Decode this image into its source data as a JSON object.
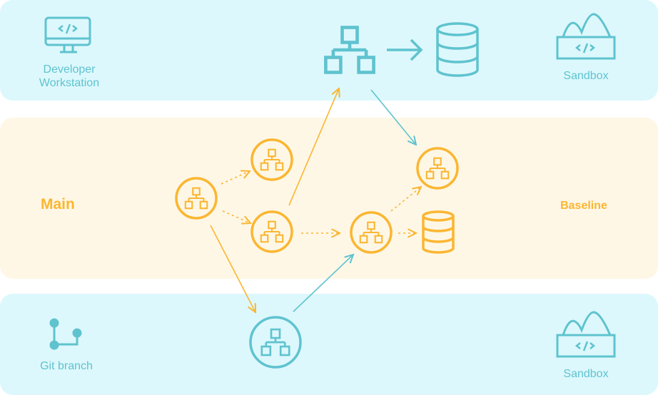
{
  "colors": {
    "teal": "#5fc3cf",
    "orange": "#fbb631",
    "teal_band": "#dcf8fc",
    "orange_band": "#fef7e6"
  },
  "bands": {
    "top": {
      "left_label_line1": "Developer",
      "left_label_line2": "Workstation",
      "right_label": "Sandbox"
    },
    "middle": {
      "left_label": "Main",
      "right_label": "Baseline"
    },
    "bottom": {
      "left_label": "Git branch",
      "right_label": "Sandbox"
    }
  },
  "icons": [
    "monitor-code-icon",
    "hierarchy-icon",
    "arrow-right-icon",
    "database-icon",
    "sandbox-icon",
    "git-branch-icon"
  ]
}
